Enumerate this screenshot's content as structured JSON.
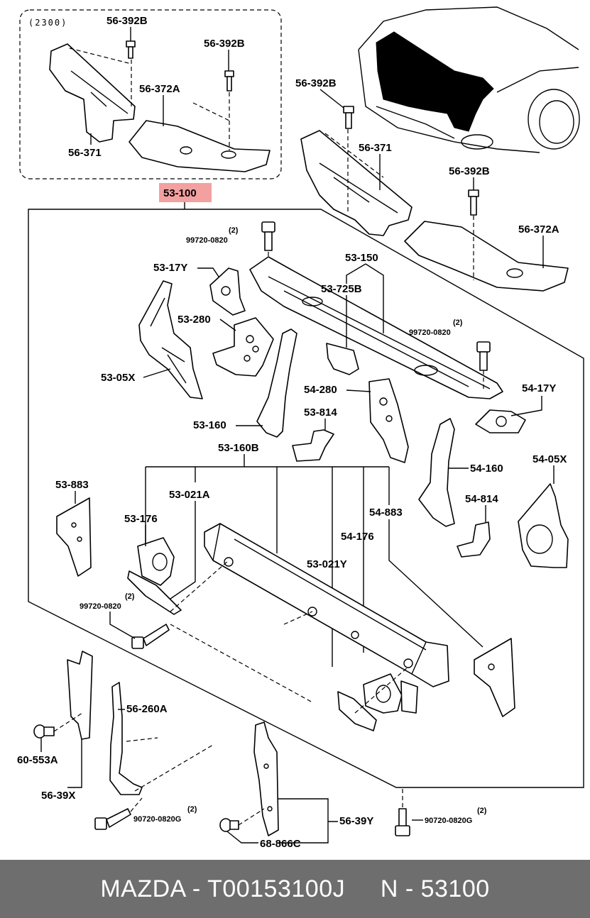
{
  "highlight_color": "#f2a0a0",
  "footer": {
    "brand": "MAZDA",
    "part_no": "T00153100J",
    "ref": "N - 53100"
  },
  "group": {
    "code": "(2300)"
  },
  "labels": {
    "top_bolt_a": "56-392B",
    "top_bolt_b": "56-392B",
    "top_372a": "56-372A",
    "top_371": "56-371",
    "right_bolt_a": "56-392B",
    "right_371": "56-371",
    "right_bolt_b": "56-392B",
    "right_372a": "56-372A",
    "main": "53-100",
    "bolt_99720_a": "99720-0820",
    "bolt_99720_a_qty": "(2)",
    "p53_17y": "53-17Y",
    "p53_150": "53-150",
    "p53_725b": "53-725B",
    "p53_280": "53-280",
    "bolt_99720_b": "99720-0820",
    "bolt_99720_b_qty": "(2)",
    "p53_05x": "53-05X",
    "p54_17y": "54-17Y",
    "p54_280": "54-280",
    "p53_814": "53-814",
    "p53_160": "53-160",
    "p53_160b": "53-160B",
    "p54_160": "54-160",
    "p54_05x": "54-05X",
    "p53_883": "53-883",
    "p53_021a": "53-021A",
    "p53_176": "53-176",
    "p54_814": "54-814",
    "p54_883": "54-883",
    "p54_176": "54-176",
    "p53_021y": "53-021Y",
    "bolt_99720_c": "99720-0820",
    "bolt_99720_c_qty": "(2)",
    "p56_260a": "56-260A",
    "p60_553a": "60-553A",
    "p56_39x": "56-39X",
    "bolt_90720_a": "90720-0820G",
    "bolt_90720_a_qty": "(2)",
    "p56_39y": "56-39Y",
    "p68_866c": "68-866C",
    "bolt_90720_b": "90720-0820G",
    "bolt_90720_b_qty": "(2)"
  }
}
